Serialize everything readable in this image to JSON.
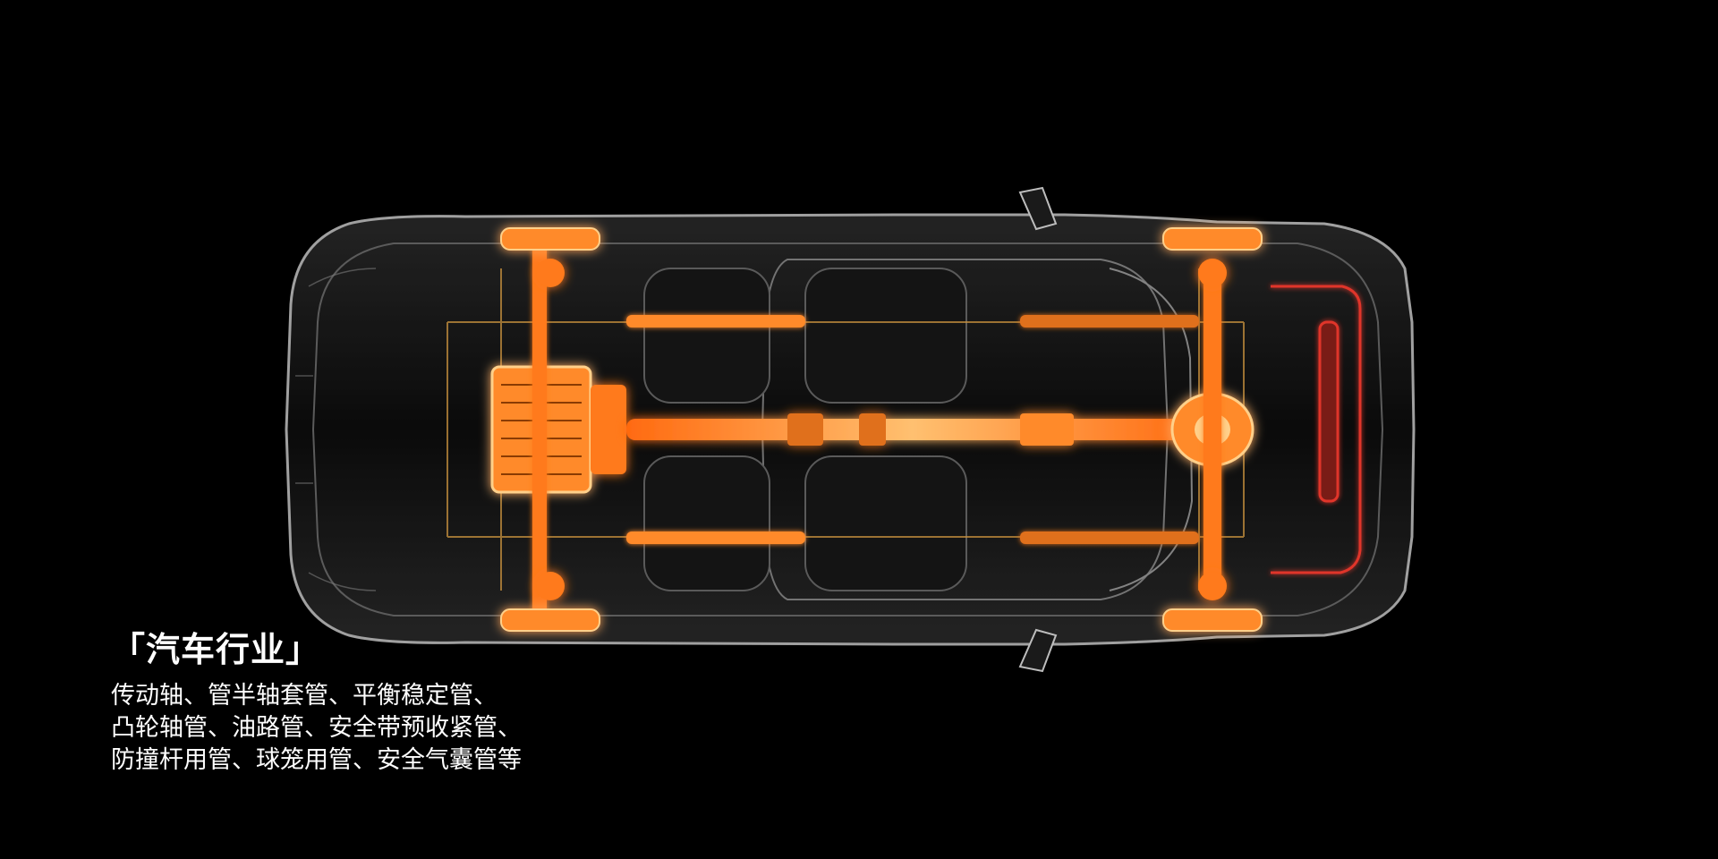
{
  "caption": {
    "title": "「汽车行业」",
    "lines": [
      "传动轴、管半轴套管、平衡稳定管、",
      "凸轮轴管、油路管、安全带预收紧管、",
      "防撞杆用管、球笼用管、安全气囊管等"
    ]
  },
  "colors": {
    "background": "#000000",
    "glow": "#ff8a2a",
    "glow_core": "#ffd08a",
    "body_outline": "#cfcfcf",
    "brake_line": "#e0342a"
  }
}
